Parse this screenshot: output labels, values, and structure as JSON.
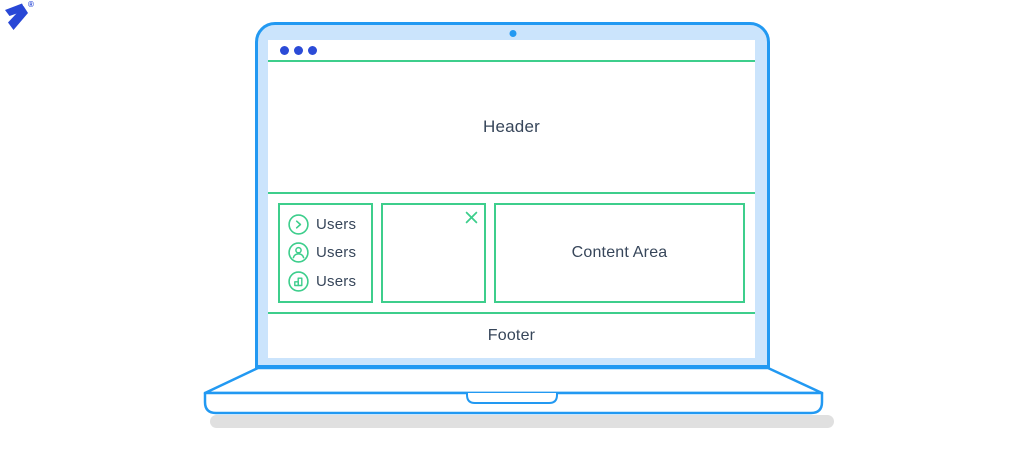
{
  "page": {
    "background": "#FFFFFF"
  },
  "logo": {
    "icon": "toptal-logo-icon",
    "registered_mark": "®",
    "color": "#2847D6"
  },
  "laptop": {
    "frame_color": "#2299F2",
    "bezel_color": "#CBE4FC",
    "shadow_color": "#E0E0E0",
    "camera_icon": "webcam-dot",
    "browser_chrome": {
      "window_dots_count": 3,
      "dot_color": "#2B4BD7",
      "dot_icon": "window-control-dot"
    },
    "wireframe": {
      "accent_green": "#3DCE8C",
      "text_color": "#37465A",
      "header": {
        "label": "Header"
      },
      "sidebar": {
        "items": [
          {
            "icon": "chevron-right-circle-icon",
            "label": "Users"
          },
          {
            "icon": "user-circle-icon",
            "label": "Users"
          },
          {
            "icon": "bar-chart-circle-icon",
            "label": "Users"
          }
        ]
      },
      "panel": {
        "close_icon": "x-mark"
      },
      "content": {
        "label": "Content Area"
      },
      "footer": {
        "label": "Footer"
      }
    }
  }
}
